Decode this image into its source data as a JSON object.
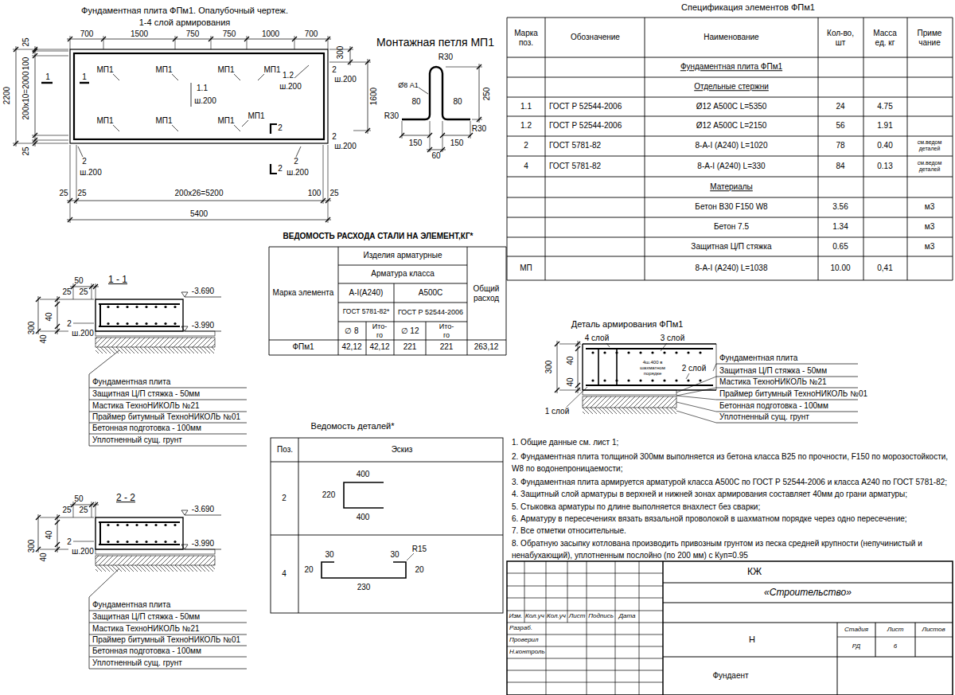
{
  "diagram": {
    "labels": [
      "Фундаментная плита ФПм1. Опалубочный чертеж.",
      "1-4 слой армирования",
      "700",
      "1500",
      "750",
      "750",
      "1000",
      "700",
      "25",
      "100",
      "200х10=2000",
      "2200",
      "25",
      "1",
      "1",
      "МП1",
      "МП1",
      "МП1",
      "МП1",
      "1.1",
      "ш.200",
      "1.2",
      "ш.200",
      "МП1",
      "МП1",
      "МП1",
      "МП1",
      "2",
      "2",
      "ш.200",
      "2",
      "ш.200",
      "2",
      "2",
      "ш.200",
      "300",
      "1600",
      "2",
      "ш.200",
      "25",
      "25",
      "200х26=5200",
      "100",
      "25",
      "5400",
      "Монтажная петля МП1",
      "Ø8 А1",
      "R30",
      "80",
      "80",
      "250",
      "R30",
      "R30",
      "150",
      "150",
      "60",
      "Спецификация элементов ФПм1",
      "Марка поз.",
      "Обозначение",
      "Наименование",
      "Кол-во, шт",
      "Масса ед. кг",
      "Приме чание",
      "Фундаментная плита ФПм1",
      "Отдельные стержни",
      "1.1",
      "ГОСТ Р 52544-2006",
      "Ø12 А500С L=5350",
      "24",
      "4.75",
      "1.2",
      "ГОСТ Р 52544-2006",
      "Ø12 А500С L=2150",
      "56",
      "1.91",
      "2",
      "ГОСТ 5781-82",
      "8-А-I (А240) L=1020",
      "78",
      "0.40",
      "см.ведом деталей",
      "4",
      "ГОСТ 5781-82",
      "8-А-I (А240) L=330",
      "84",
      "0.13",
      "см.ведом деталей",
      "Материалы",
      "Бетон В30 F150 W8",
      "3.56",
      "м3",
      "Бетон 7.5",
      "1.34",
      "м3",
      "Защитная Ц/П стяжка",
      "0.65",
      "м3",
      "МП",
      "8-А-I (А240) L=1038",
      "10.00",
      "0,41",
      "ВЕДОМОСТЬ РАСХОДА СТАЛИ НА ЭЛЕМЕНТ,КГ*",
      "Изделия арматурные",
      "Арматура класса",
      "Марка элемента",
      "Общий расход",
      "А-I(А240)",
      "А500С",
      "ГОСТ 5781-82*",
      "ГОСТ Р 52544-2006",
      "∅ 8",
      "Ито- го",
      "∅ 12",
      "Ито- го",
      "ФПм1",
      "42,12",
      "42,12",
      "221",
      "221",
      "263,12",
      "1 - 1",
      "50",
      "25",
      "25",
      "-3.690",
      "-3.990",
      "300",
      "40",
      "2",
      "ш.200",
      "40",
      "Фундаментная плита",
      "Защитная Ц/П стяжка - 50мм",
      "Мастика ТехноНИКОЛЬ №21",
      "Праймер битумный ТехноНИКОЛЬ №01",
      "Бетонная подготовка - 100мм",
      "Уплотненный сущ. грунт",
      "2 - 2",
      "50",
      "25",
      "25",
      "-3.690",
      "-3.990",
      "300",
      "40",
      "2",
      "ш.200",
      "40",
      "Фундаментная плита",
      "Защитная Ц/П стяжка - 50мм",
      "Мастика ТехноНИКОЛЬ №21",
      "Праймер битумный ТехноНИКОЛЬ №01",
      "Бетонная подготовка - 100мм",
      "Уплотненный сущ. грунт",
      "Ведомость деталей*",
      "Поз.",
      "Эскиз",
      "2",
      "400",
      "220",
      "400",
      "4",
      "30",
      "30",
      "R15",
      "20",
      "230",
      "20",
      "Деталь армирования ФПм1",
      "4 слой",
      "3 слой",
      "300",
      "40",
      "40",
      "4ш.400 в шахматном порядке",
      "2 слой",
      "1 слой",
      "Фундаментная плита",
      "Защитная Ц/П стяжка - 50мм",
      "Мастика ТехноНИКОЛЬ №21",
      "Праймер битумный ТехноНИКОЛЬ №01",
      "Бетонная подготовка - 100мм",
      "Уплотненный сущ. грунт",
      "1. Общие данные см. лист 1;",
      "2. Фундаментная плита толщиной 300мм выполняется из бетона класса В25 по прочности, F150 по морозостойкости, W8 по водонепроницаемости;",
      "3. Фундаментная плита армируется арматурой класса А500С по ГОСТ Р 52544-2006 и класса А240 по ГОСТ 5781-82;",
      "4. Защитный слой арматуры в верхней и нижней зонах армирования составляет 40мм до грани арматуры;",
      "5. Стыковка арматуры по длине выполняется внахлест без сварки;",
      "6. Арматуру в пересечениях вязать вязальной проволокой в шахматном порядке через одно пересечение;",
      "7. Все отметки относительные.",
      "8. Обратную засыпку котлована производить привозным грунтом из песка средней крупности (непучинистый и ненабухающий), уплотненным послойно (по 200 мм) с Куп=0.95",
      "Изм.",
      "Кол.уч",
      "Кол.уч",
      "Лист",
      "Подпись",
      "Дата",
      "Разраб.",
      "Проверил",
      "Н.контроль",
      "КЖ",
      "«Строительство»",
      "Н",
      "Стадия",
      "Лист",
      "Листов",
      "РД",
      "6",
      "Фундаент"
    ]
  }
}
